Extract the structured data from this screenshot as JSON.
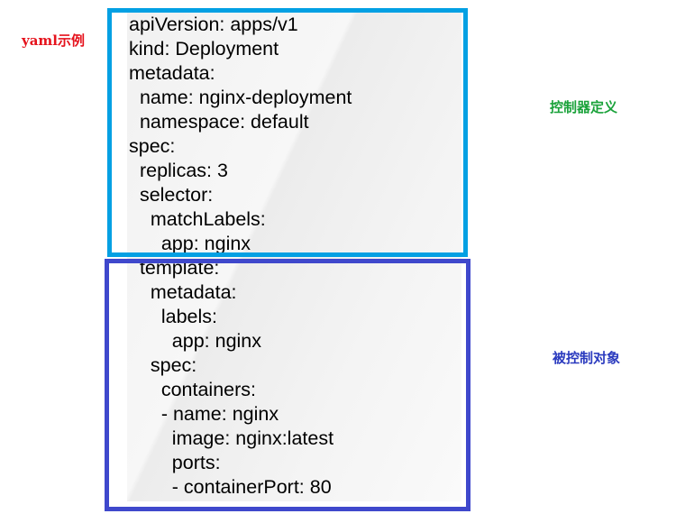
{
  "labels": {
    "yaml_example": "yaml示例",
    "controller_definition": "控制器定义",
    "controlled_object": "被控制对象"
  },
  "colors": {
    "controller_box": "#03a0e3",
    "object_box": "#3f48cc",
    "yaml_label": "#e5121c",
    "controller_label": "#1aa23a",
    "object_label": "#2b3bbf"
  },
  "yaml_lines": [
    "apiVersion: apps/v1",
    "kind: Deployment",
    "metadata:",
    "  name: nginx-deployment",
    "  namespace: default",
    "spec:",
    "  replicas: 3",
    "  selector:",
    "    matchLabels:",
    "      app: nginx",
    "  template:",
    "    metadata:",
    "      labels:",
    "        app: nginx",
    "    spec:",
    "      containers:",
    "      - name: nginx",
    "        image: nginx:latest",
    "        ports:",
    "        - containerPort: 80"
  ]
}
